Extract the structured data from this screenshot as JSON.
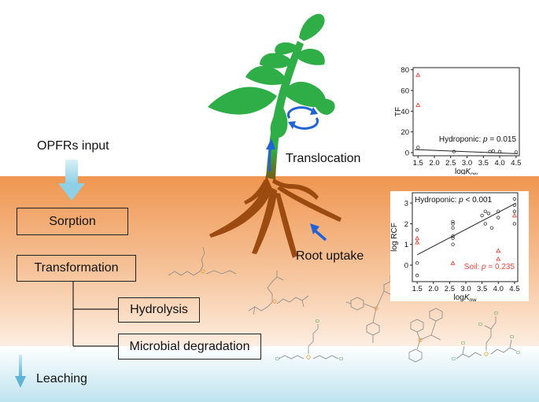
{
  "labels": {
    "input": "OPFRs input",
    "translocation": "Translocation",
    "root_uptake": "Root uptake",
    "leaching": "Leaching"
  },
  "boxes": {
    "sorption": "Sorption",
    "transformation": "Transformation",
    "hydrolysis": "Hydrolysis",
    "microbial": "Microbial degradation"
  },
  "colors": {
    "soil_top": "#ef9650",
    "soil_bottom": "#ffffff",
    "water": "#bfe3ef",
    "leaf": "#2fae47",
    "root": "#9b4a10",
    "arrow_blue": "#1f63d6",
    "input_arrow": "#a7dbea",
    "soil_series": "#e8453c"
  },
  "chart_data": [
    {
      "type": "scatter",
      "ylabel": "TF",
      "xlabel": "logK",
      "xlabel_sub": "ow",
      "xlim": [
        1.35,
        4.6
      ],
      "ylim": [
        -3,
        82
      ],
      "xticks": [
        "1.5",
        "2.0",
        "2.5",
        "3.0",
        "3.5",
        "4.0",
        "4.5"
      ],
      "yticks": [
        "0",
        "20",
        "40",
        "60",
        "80"
      ],
      "annotation": {
        "prefix": "Hydroponic: ",
        "p": "p",
        "suffix": " = 0.015"
      },
      "series": [
        {
          "marker": "circle",
          "x": [
            1.5,
            2.6,
            3.7,
            3.8,
            4.0,
            4.5
          ],
          "y": [
            5,
            1,
            1,
            1.5,
            1,
            0.5
          ]
        },
        {
          "marker": "triangle",
          "x": [
            1.5,
            1.5
          ],
          "y": [
            75,
            46
          ]
        }
      ],
      "trendline": {
        "x": [
          1.4,
          4.55
        ],
        "y": [
          3,
          -1
        ]
      }
    },
    {
      "type": "scatter",
      "ylabel": "log RCF",
      "xlabel": "logK",
      "xlabel_sub": "ow",
      "xlim": [
        1.35,
        4.6
      ],
      "ylim": [
        -0.8,
        3.5
      ],
      "xticks": [
        "1.5",
        "2.0",
        "2.5",
        "3.0",
        "3.5",
        "4.0",
        "4.5"
      ],
      "yticks": [
        "0",
        "1",
        "2",
        "3"
      ],
      "annotation": {
        "prefix": "Hydroponic: ",
        "p": "p",
        "suffix": " < 0.001"
      },
      "annotation2": {
        "prefix": "Soil: ",
        "p": "p",
        "suffix": " = 0.235"
      },
      "series": [
        {
          "marker": "circle",
          "x": [
            1.5,
            1.5,
            1.5,
            2.6,
            2.6,
            2.6,
            2.6,
            2.6,
            2.6,
            3.5,
            3.6,
            3.6,
            3.7,
            3.8,
            4.0,
            4.0,
            4.5,
            4.5,
            4.5,
            4.5
          ],
          "y": [
            1.7,
            0.1,
            -0.5,
            1.0,
            1.3,
            1.4,
            1.8,
            2.0,
            2.1,
            2.4,
            2.6,
            2.0,
            2.5,
            1.8,
            2.3,
            2.6,
            3.2,
            2.9,
            2.6,
            2.0
          ]
        },
        {
          "marker": "triangle",
          "x": [
            1.5,
            1.5,
            2.6,
            4.0,
            4.0,
            4.5
          ],
          "y": [
            1.3,
            1.1,
            0.1,
            0.7,
            0.3,
            2.4
          ]
        }
      ],
      "trendline": {
        "x": [
          1.5,
          4.55
        ],
        "y": [
          0.5,
          3.0
        ]
      }
    }
  ]
}
